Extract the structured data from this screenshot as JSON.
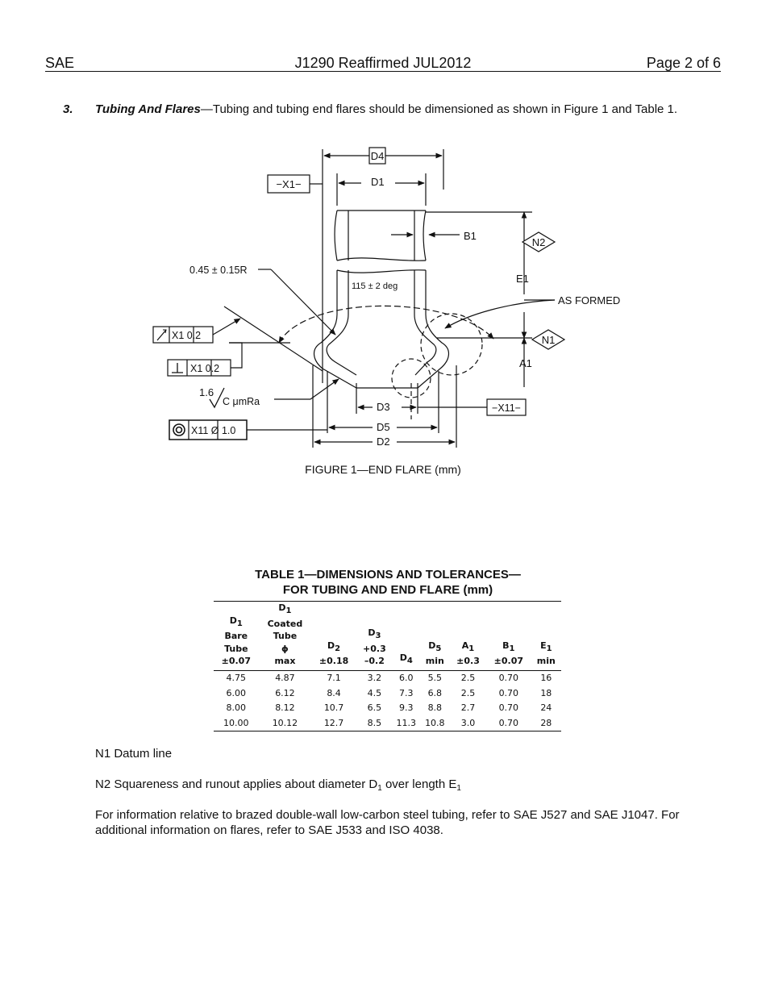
{
  "header": {
    "left": "SAE",
    "center": "J1290 Reaffirmed JUL2012",
    "right": "Page 2 of 6"
  },
  "section": {
    "number": "3.",
    "title": "Tubing And Flares",
    "text": "—Tubing and tubing end flares should be dimensioned as shown in Figure 1 and Table 1."
  },
  "figure": {
    "caption": "FIGURE 1—END FLARE (mm)",
    "labels": {
      "d4": "D4",
      "x1_datum": "−X1−",
      "d1": "D1",
      "b1": "B1",
      "n2": "N2",
      "radius": "0.45 ± 0.15R",
      "e1": "E1",
      "angle": "115 ± 2 deg",
      "as_formed": "AS FORMED",
      "runout": "X1 0.2",
      "n1": "N1",
      "perp": "X1 0.2",
      "a1": "A1",
      "rough_val": "1.6",
      "rough_unit": "C μmRa",
      "d3": "D3",
      "x11": "−X11−",
      "d5": "D5",
      "conc": "X11 Ø 1.0",
      "d2": "D2"
    }
  },
  "table": {
    "caption_line1": "TABLE 1—DIMENSIONS AND TOLERANCES—",
    "caption_line2": "FOR TUBING AND END FLARE (mm)",
    "headers": [
      {
        "sym": "D",
        "sub": "1",
        "rest": [
          "Bare",
          "Tube",
          "±0.07"
        ]
      },
      {
        "sym": "D",
        "sub": "1",
        "rest": [
          "Coated",
          "Tube",
          "ϕ",
          "max"
        ]
      },
      {
        "sym": "D",
        "sub": "2",
        "rest": [
          "±0.18"
        ]
      },
      {
        "sym": "D",
        "sub": "3",
        "rest": [
          "+0.3",
          "–0.2"
        ]
      },
      {
        "sym": "D",
        "sub": "4",
        "rest": []
      },
      {
        "sym": "D",
        "sub": "5",
        "rest": [
          "min"
        ]
      },
      {
        "sym": "A",
        "sub": "1",
        "rest": [
          "±0.3"
        ]
      },
      {
        "sym": "B",
        "sub": "1",
        "rest": [
          "±0.07"
        ]
      },
      {
        "sym": "E",
        "sub": "1",
        "rest": [
          "min"
        ]
      }
    ],
    "rows": [
      [
        "4.75",
        "4.87",
        "7.1",
        "3.2",
        "6.0",
        "5.5",
        "2.5",
        "0.70",
        "16"
      ],
      [
        "6.00",
        "6.12",
        "8.4",
        "4.5",
        "7.3",
        "6.8",
        "2.5",
        "0.70",
        "18"
      ],
      [
        "8.00",
        "8.12",
        "10.7",
        "6.5",
        "9.3",
        "8.8",
        "2.7",
        "0.70",
        "24"
      ],
      [
        "10.00",
        "10.12",
        "12.7",
        "8.5",
        "11.3",
        "10.8",
        "3.0",
        "0.70",
        "28"
      ]
    ]
  },
  "notes": {
    "n1": "N1 Datum line",
    "n2_a": "N2 Squareness and runout applies about diameter D",
    "n2_sub1": "1",
    "n2_b": " over length E",
    "n2_sub2": "1",
    "para": "For information relative to brazed double-wall low-carbon steel tubing, refer to SAE J527 and SAE J1047.  For additional information on flares, refer to SAE J533 and ISO 4038."
  }
}
